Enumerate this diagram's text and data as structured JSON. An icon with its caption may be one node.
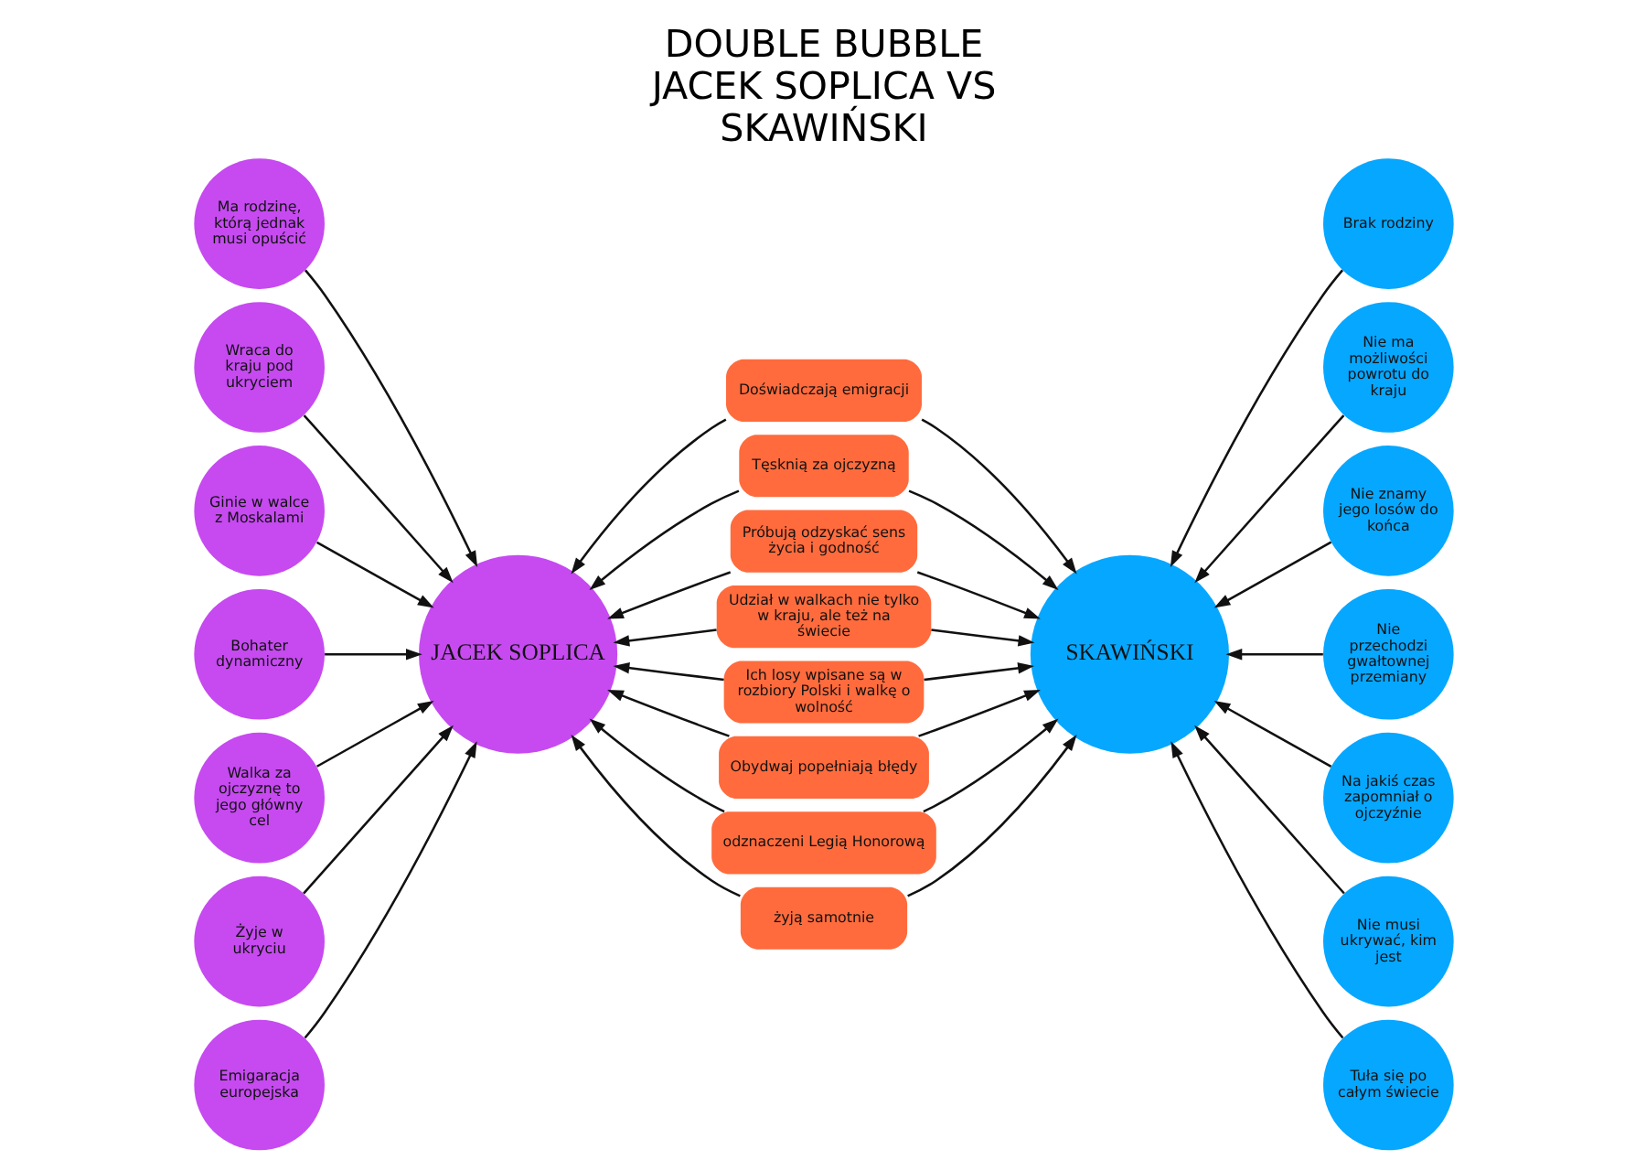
{
  "diagram": {
    "title": "DOUBLE BUBBLE JACEK SOPLICA VS SKAWIŃSKI",
    "nodes": [
      {
        "text": [
          "JACEK SOPLICA"
        ]
      },
      {
        "text": [
          "SKAWIŃSKI"
        ]
      },
      {
        "text": [
          "Ma rodzinę, którą jednak musi opuścić"
        ]
      },
      {
        "text": [
          "Wraca do kraju pod ukryciem"
        ]
      },
      {
        "text": [
          "Ginie w walce z Moskalami"
        ]
      },
      {
        "text": [
          "Bohater dynamiczny"
        ]
      },
      {
        "text": [
          "Walka za ojczyznę to jego główny cel"
        ]
      },
      {
        "text": [
          "Żyje w ukryciu"
        ]
      },
      {
        "text": [
          "Emigaracja europejska"
        ]
      },
      {
        "text": [
          "Doświadczają emigracji"
        ]
      },
      {
        "text": [
          "Tęsknią za ojczyzną"
        ]
      },
      {
        "text": [
          "Próbują odzyskać sens życia i godność"
        ]
      },
      {
        "text": [
          "Udział w walkach nie tylko w kraju, ale też na świecie"
        ]
      },
      {
        "text": [
          "Ich losy wpisane są w rozbiory Polski i walkę o wolność"
        ]
      },
      {
        "text": [
          "Obydwaj popełniają błędy"
        ]
      },
      {
        "text": [
          "odznaczeni Legią Honorową"
        ]
      },
      {
        "text": [
          "żyją samotnie"
        ]
      },
      {
        "text": [
          "Brak rodziny"
        ]
      },
      {
        "text": [
          "Nie ma możliwości powrotu do kraju"
        ]
      },
      {
        "text": [
          "Nie znamy jego losów do końca"
        ]
      },
      {
        "text": [
          "Nie przechodzi gwałtownej przemiany"
        ]
      },
      {
        "text": [
          "Na jakiś czas zapomniał o ojczyźnie"
        ]
      },
      {
        "text": [
          "Nie musi ukrywać, kim jest"
        ]
      },
      {
        "text": [
          "Tuła się po całym świecie"
        ]
      }
    ],
    "edges": [
      {
        "from": 2,
        "to": 0,
        "arrow": "to"
      },
      {
        "from": 3,
        "to": 0,
        "arrow": "to"
      },
      {
        "from": 4,
        "to": 0,
        "arrow": "to"
      },
      {
        "from": 5,
        "to": 0,
        "arrow": "to"
      },
      {
        "from": 6,
        "to": 0,
        "arrow": "to"
      },
      {
        "from": 7,
        "to": 0,
        "arrow": "to"
      },
      {
        "from": 8,
        "to": 0,
        "arrow": "to"
      },
      {
        "from": 9,
        "to": 0,
        "arrow": "to"
      },
      {
        "from": 9,
        "to": 1,
        "arrow": "to"
      },
      {
        "from": 10,
        "to": 0,
        "arrow": "to"
      },
      {
        "from": 10,
        "to": 1,
        "arrow": "to"
      },
      {
        "from": 11,
        "to": 0,
        "arrow": "to"
      },
      {
        "from": 11,
        "to": 1,
        "arrow": "to"
      },
      {
        "from": 12,
        "to": 0,
        "arrow": "to"
      },
      {
        "from": 12,
        "to": 1,
        "arrow": "to"
      },
      {
        "from": 13,
        "to": 0,
        "arrow": "to"
      },
      {
        "from": 13,
        "to": 1,
        "arrow": "to"
      },
      {
        "from": 14,
        "to": 0,
        "arrow": "to"
      },
      {
        "from": 14,
        "to": 1,
        "arrow": "to"
      },
      {
        "from": 15,
        "to": 0,
        "arrow": "to"
      },
      {
        "from": 15,
        "to": 1,
        "arrow": "to"
      },
      {
        "from": 16,
        "to": 0,
        "arrow": "to"
      },
      {
        "from": 16,
        "to": 1,
        "arrow": "to"
      },
      {
        "from": 17,
        "to": 1,
        "arrow": "to"
      },
      {
        "from": 18,
        "to": 1,
        "arrow": "to"
      },
      {
        "from": 19,
        "to": 1,
        "arrow": "to"
      },
      {
        "from": 20,
        "to": 1,
        "arrow": "to"
      },
      {
        "from": 21,
        "to": 1,
        "arrow": "to"
      },
      {
        "from": 22,
        "to": 1,
        "arrow": "to"
      },
      {
        "from": 23,
        "to": 1,
        "arrow": "to"
      }
    ]
  }
}
